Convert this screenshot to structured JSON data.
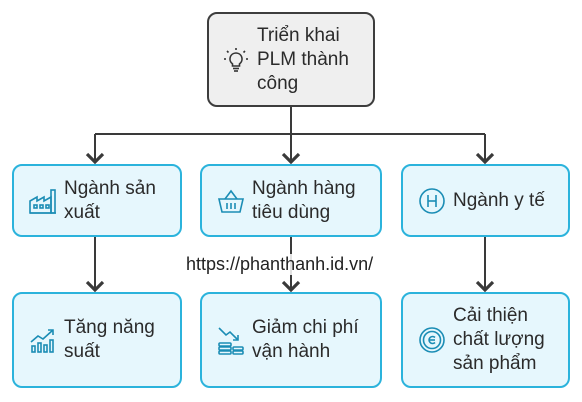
{
  "root": {
    "label": "Triển khai PLM thành công",
    "icon": "lightbulb-icon"
  },
  "categories": [
    {
      "label": "Ngành sản xuất",
      "icon": "factory-icon",
      "outcome": {
        "label": "Tăng năng suất",
        "icon": "growth-chart-icon"
      }
    },
    {
      "label": "Ngành hàng tiêu dùng",
      "icon": "shopping-basket-icon",
      "outcome": {
        "label": "Giảm chi phí vận hành",
        "icon": "coins-decrease-icon"
      }
    },
    {
      "label": "Ngành y tế",
      "icon": "hospital-icon",
      "outcome": {
        "label": "Cải thiện chất lượng sản phẩm",
        "icon": "quality-badge-icon"
      }
    }
  ],
  "watermark": "https://phanthanh.id.vn/",
  "colors": {
    "root_border": "#3d3d3d",
    "root_fill": "#efefef",
    "node_border": "#2bb3dc",
    "node_fill": "#e6f7fd",
    "edge": "#3a3a3a"
  }
}
